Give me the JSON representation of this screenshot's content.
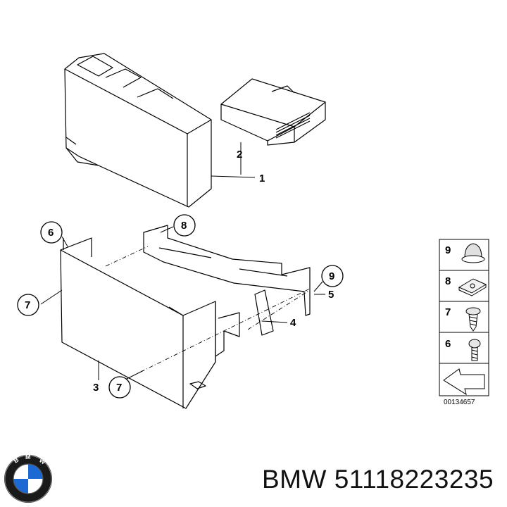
{
  "callouts": {
    "c1": "1",
    "c2": "2",
    "c3": "3",
    "c4": "4",
    "c5": "5",
    "c6": "6",
    "c7a": "7",
    "c7b": "7",
    "c8": "8",
    "c9": "9"
  },
  "legend": {
    "items": [
      {
        "num": "9",
        "icon": "cap-nut-icon"
      },
      {
        "num": "8",
        "icon": "clip-nut-icon"
      },
      {
        "num": "7",
        "icon": "screw-icon"
      },
      {
        "num": "6",
        "icon": "bolt-icon"
      }
    ],
    "code": "00134657"
  },
  "logo": {
    "letters": "BMW"
  },
  "caption": "BMW 51118223235"
}
